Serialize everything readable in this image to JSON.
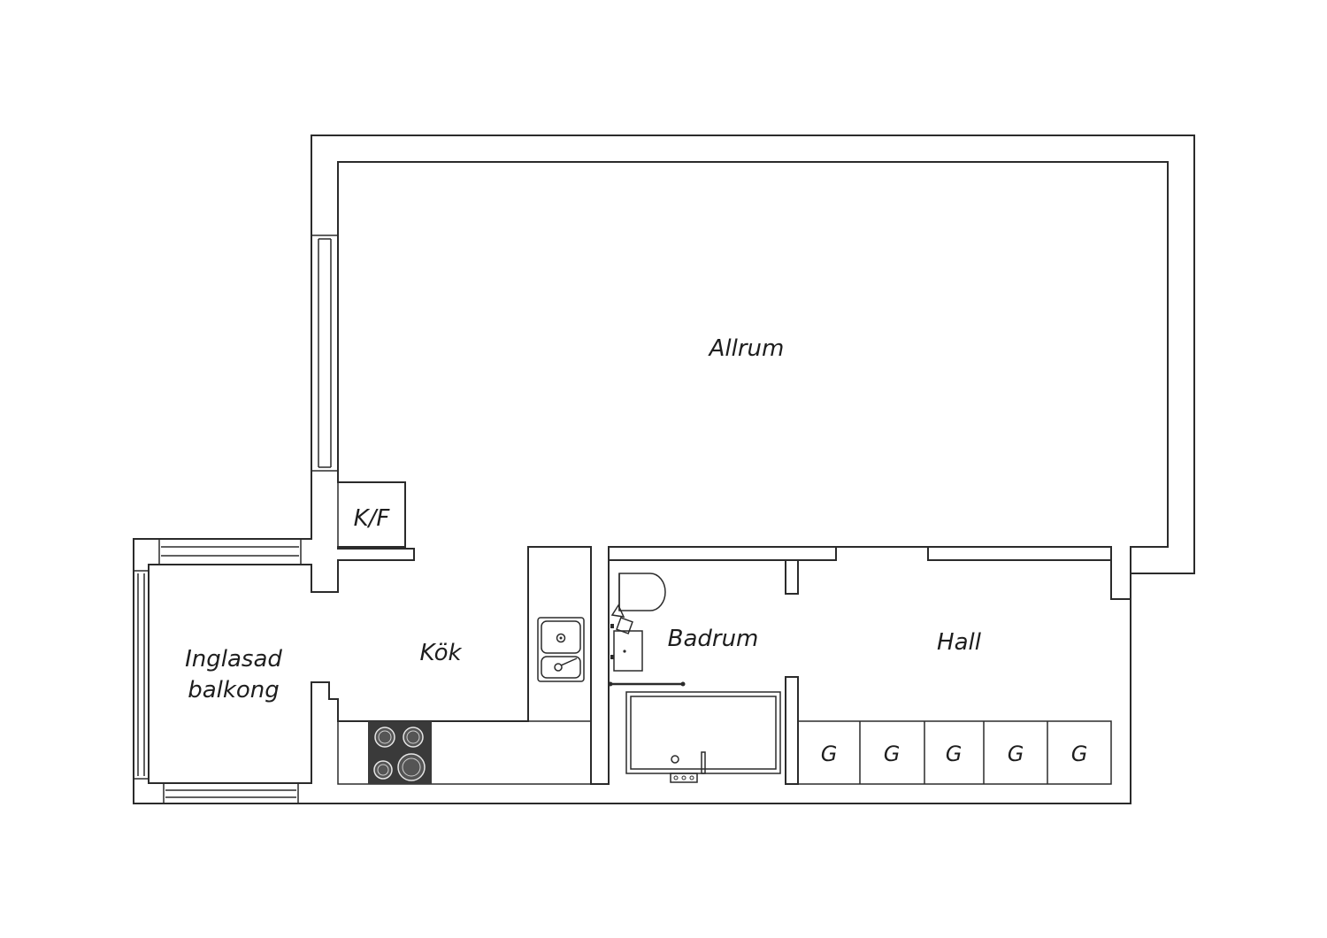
{
  "rooms": {
    "allrum": "Allrum",
    "kf": "K/F",
    "kok": "Kök",
    "badrum": "Badrum",
    "hall": "Hall",
    "balkong_line1": "Inglasad",
    "balkong_line2": "balkong"
  },
  "wardrobes": [
    "G",
    "G",
    "G",
    "G",
    "G"
  ],
  "colors": {
    "line": "#2b2b2b",
    "stove": "#3a3a3a",
    "background": "#ffffff"
  }
}
